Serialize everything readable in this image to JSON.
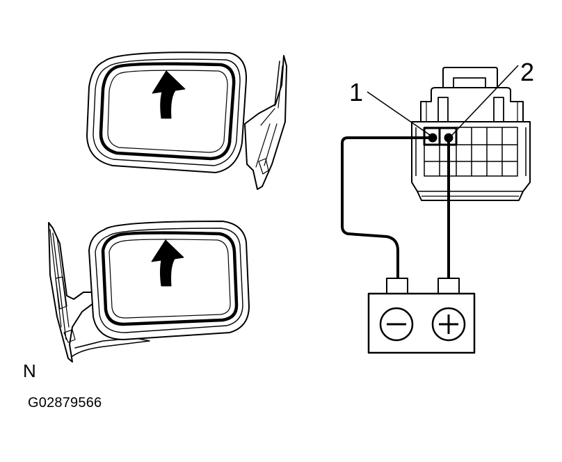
{
  "labels": {
    "terminal_1": "1",
    "terminal_2": "2",
    "view_letter": "N",
    "figure_code": "G02879566"
  },
  "terminal_symbols": {
    "negative": "minus-sign",
    "positive": "plus-sign"
  },
  "colors": {
    "line": "#000000",
    "background": "#ffffff"
  }
}
